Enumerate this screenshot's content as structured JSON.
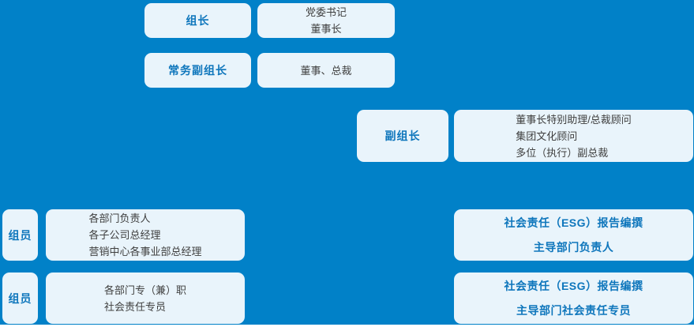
{
  "colors": {
    "panel_background": "#0181c8",
    "box_fill": "#e9f4fb",
    "accent_text": "#0e76bc",
    "body_text": "#3f3f3f",
    "page_below": "#ffffff"
  },
  "chart": {
    "leader": {
      "label": "组长",
      "value_lines": [
        "党委书记",
        "董事长"
      ]
    },
    "executive_deputy": {
      "label": "常务副组长",
      "value_lines": [
        "董事、总裁"
      ]
    },
    "deputy": {
      "label": "副组长",
      "value_lines": [
        "董事长特别助理/总裁顾问",
        "集团文化顾问",
        "多位（执行）副总裁"
      ]
    },
    "members_row1": {
      "label": "组员",
      "value_lines": [
        "各部门负责人",
        "各子公司总经理",
        "营销中心各事业部总经理"
      ],
      "right_lines": [
        "社会责任（ESG）报告编撰",
        "主导部门负责人"
      ]
    },
    "members_row2": {
      "label": "组员",
      "value_lines": [
        "各部门专（兼）职",
        "社会责任专员"
      ],
      "right_lines": [
        "社会责任（ESG）报告编撰",
        "主导部门社会责任专员"
      ]
    }
  }
}
